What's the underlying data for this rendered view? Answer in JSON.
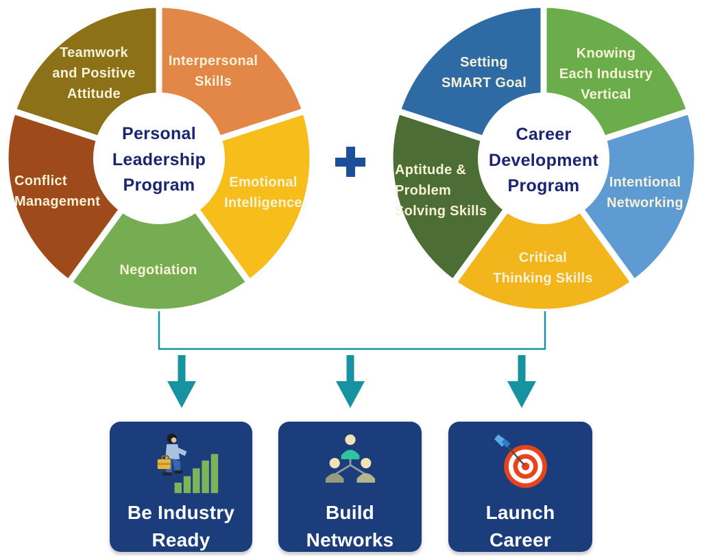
{
  "diagram": {
    "left_chart": {
      "title": "Personal\nLeadership\nProgram",
      "segments": [
        {
          "label": "Interpersonal\nSkills",
          "color": "#E28748"
        },
        {
          "label": "Emotional\nIntelligence",
          "color": "#F6BD1B"
        },
        {
          "label": "Negotiation",
          "color": "#77AD52"
        },
        {
          "label": "Conflict\nManagement",
          "color": "#9E4A1A"
        },
        {
          "label": "Teamwork\nand Positive\nAttitude",
          "color": "#8C7119"
        }
      ]
    },
    "right_chart": {
      "title": "Career\nDevelopment\nProgram",
      "segments": [
        {
          "label": "Knowing\nEach Industry\nVertical",
          "color": "#6CAD4B"
        },
        {
          "label": "Intentional\nNetworking",
          "color": "#5E9BD3"
        },
        {
          "label": "Critical\nThinking Skills",
          "color": "#F2B51B"
        },
        {
          "label": "Aptitude &\nProblem\nSolving Skills",
          "color": "#4C6E34"
        },
        {
          "label": "Setting\nSMART Goal",
          "color": "#2E6BA4"
        }
      ]
    },
    "plus_label": "+",
    "outcomes": [
      {
        "label": "Be Industry\nReady",
        "icon": "industry-growth-icon"
      },
      {
        "label": "Build\nNetworks",
        "icon": "network-people-icon"
      },
      {
        "label": "Launch\nCareer",
        "icon": "dartboard-icon"
      }
    ],
    "colors": {
      "title_text": "#1A2472",
      "segment_label_text": "#F8F2D8",
      "plus": "#1C4E9B",
      "connector_teal": "#1692A0",
      "box_bg": "#1C3D7C"
    }
  }
}
